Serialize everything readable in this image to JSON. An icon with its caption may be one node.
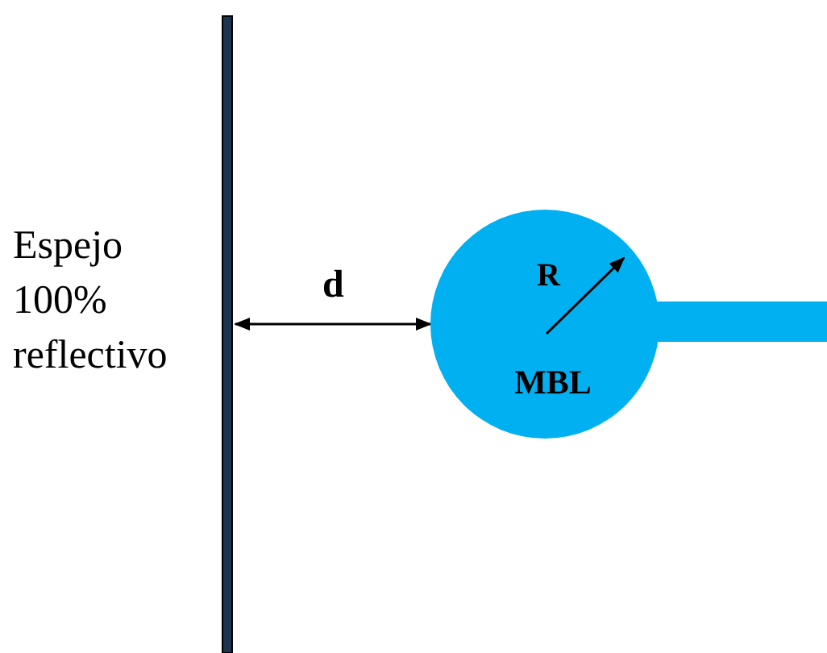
{
  "diagram": {
    "nodes": [
      {
        "text": [
          "R",
          "MBL"
        ]
      }
    ],
    "labels": [
      "Espejo 100% reflectivo",
      "d"
    ]
  }
}
